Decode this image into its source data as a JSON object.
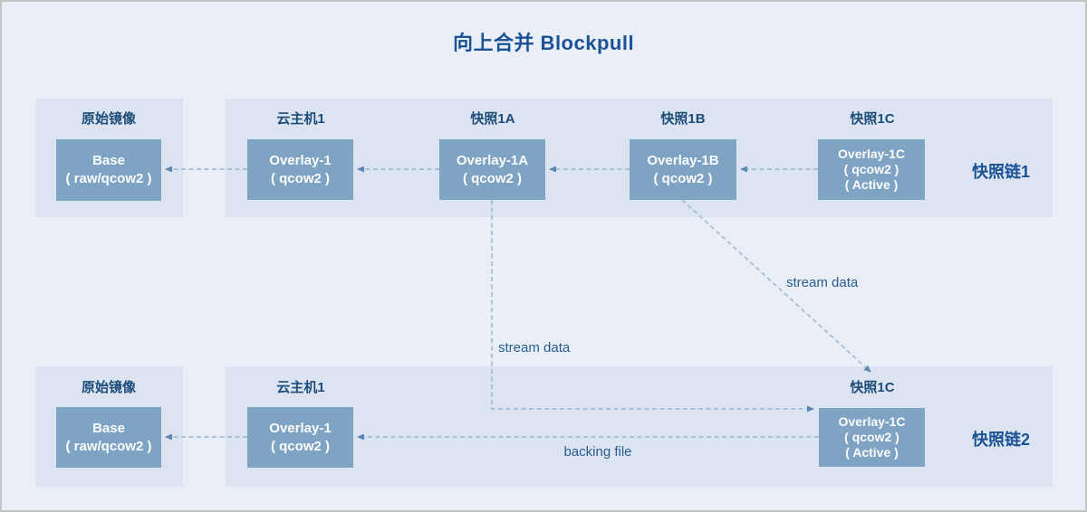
{
  "title": "向上合并 Blockpull",
  "colors": {
    "background": "#EAEFF7",
    "panel": "#DBE4F0",
    "node_fill": "#7EA3C3",
    "node_text": "#FFFFFF",
    "label_text": "#1D4C78",
    "heading_text": "#1A5296",
    "connector_dash": "#9FBBD8",
    "arrowhead": "#5C86B0"
  },
  "chains": [
    {
      "name": "快照链1",
      "base": {
        "label": "原始镜像",
        "box": [
          "Base",
          "( raw/qcow2 )"
        ]
      },
      "nodes": [
        {
          "label": "云主机1",
          "box": [
            "Overlay-1",
            "( qcow2 )"
          ]
        },
        {
          "label": "快照1A",
          "box": [
            "Overlay-1A",
            "( qcow2 )"
          ]
        },
        {
          "label": "快照1B",
          "box": [
            "Overlay-1B",
            "( qcow2 )"
          ]
        },
        {
          "label": "快照1C",
          "box": [
            "Overlay-1C",
            "( qcow2 )",
            "( Active )"
          ]
        }
      ]
    },
    {
      "name": "快照链2",
      "base": {
        "label": "原始镜像",
        "box": [
          "Base",
          "( raw/qcow2 )"
        ]
      },
      "nodes": [
        {
          "label": "云主机1",
          "box": [
            "Overlay-1",
            "( qcow2 )"
          ]
        },
        {
          "label": "快照1C",
          "box": [
            "Overlay-1C",
            "( qcow2 )",
            "( Active )"
          ]
        }
      ]
    }
  ],
  "annotations": {
    "stream_data_diagonal": "stream data",
    "stream_data_elbow": "stream data",
    "backing_file": "backing file"
  }
}
